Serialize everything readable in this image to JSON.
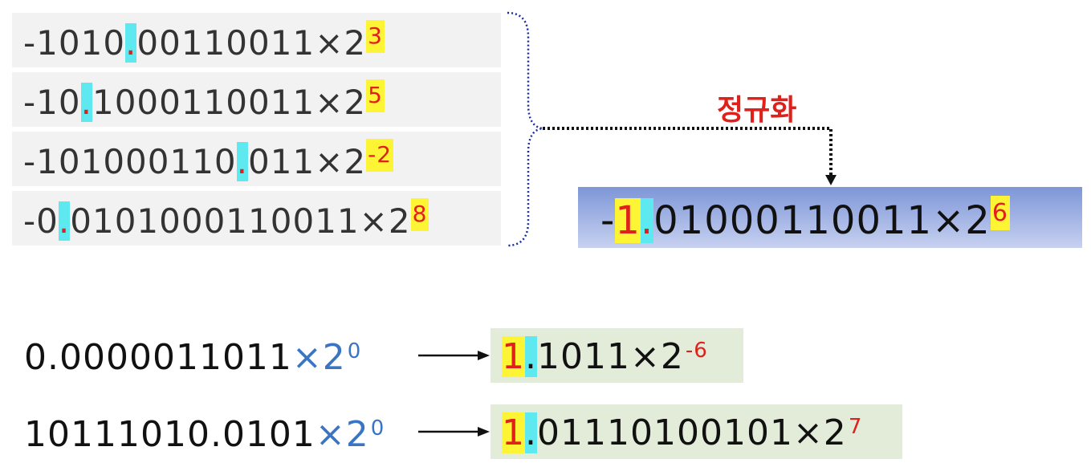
{
  "rows": [
    {
      "prefix": "-1010",
      "dot": ".",
      "mantissa": "00110011",
      "times": "×2",
      "exp": "3"
    },
    {
      "prefix": "-10",
      "dot": ".",
      "mantissa": "1000110011",
      "times": "×2",
      "exp": "5"
    },
    {
      "prefix": "-101000110",
      "dot": ".",
      "mantissa": "011",
      "times": "×2",
      "exp": "-2"
    },
    {
      "prefix": "-0",
      "dot": ".",
      "mantissa": "0101000110011",
      "times": "×2",
      "exp": "8"
    }
  ],
  "normalize_label": "정규화",
  "normalized": {
    "sign": "-",
    "lead": "1",
    "dot": ".",
    "mantissa": "01000110011",
    "times": "×2",
    "exp": "6"
  },
  "examples": [
    {
      "input": {
        "value": "0.0000011011",
        "times": "×2",
        "exp": "0"
      },
      "output": {
        "lead": "1",
        "dot": ".",
        "mantissa": "1011",
        "times": "×2",
        "exp": "-6"
      }
    },
    {
      "input": {
        "value": "10111010.0101",
        "times": "×2",
        "exp": "0"
      },
      "output": {
        "lead": "1",
        "dot": ".",
        "mantissa": "01110100101",
        "times": "×2",
        "exp": "7"
      }
    }
  ],
  "colors": {
    "accent_red": "#e0201b",
    "cyan": "#5ee8f0",
    "yellow": "#fdf436",
    "blue": "#3a74c4",
    "brace": "#1a2ca0"
  }
}
